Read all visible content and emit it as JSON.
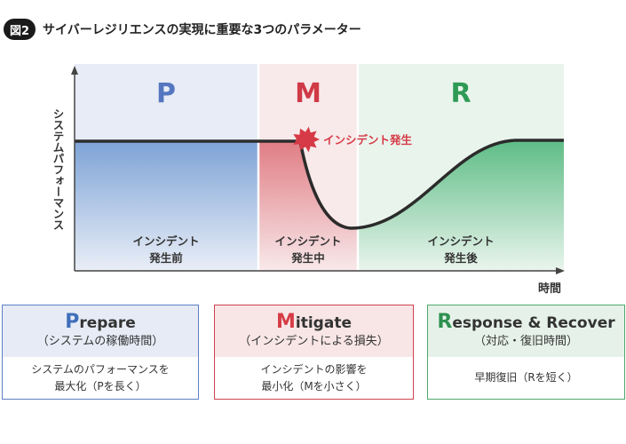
{
  "header": {
    "figure_number": "図2",
    "title": "サイバーレジリエンスの実現に重要な3つのパラメーター"
  },
  "diagram": {
    "y_axis_label": "システムパフォーマンス",
    "x_axis_label": "時間",
    "phases": [
      {
        "letter": "P",
        "label_line1": "インシデント",
        "label_line2": "発生前",
        "color": "#5577c0"
      },
      {
        "letter": "M",
        "label_line1": "インシデント",
        "label_line2": "発生中",
        "color": "#d03a47"
      },
      {
        "letter": "R",
        "label_line1": "インシデント",
        "label_line2": "発生後",
        "color": "#2e9a55"
      }
    ],
    "incident_label": "インシデント発生"
  },
  "cards": [
    {
      "initial": "P",
      "rest": "repare",
      "subtitle": "（システムの稼働時間）",
      "body_line1": "システムのパフォーマンスを",
      "body_line2": "最大化（Pを長く）"
    },
    {
      "initial": "M",
      "rest": "itigate",
      "subtitle": "（インシデントによる損失）",
      "body_line1": "インシデントの影響を",
      "body_line2": "最小化（Mを小さく）"
    },
    {
      "initial": "R",
      "rest": "esponse & Recover",
      "subtitle": "（対応・復旧時間）",
      "body_line1": "早期復旧（Rを短く）",
      "body_line2": ""
    }
  ]
}
